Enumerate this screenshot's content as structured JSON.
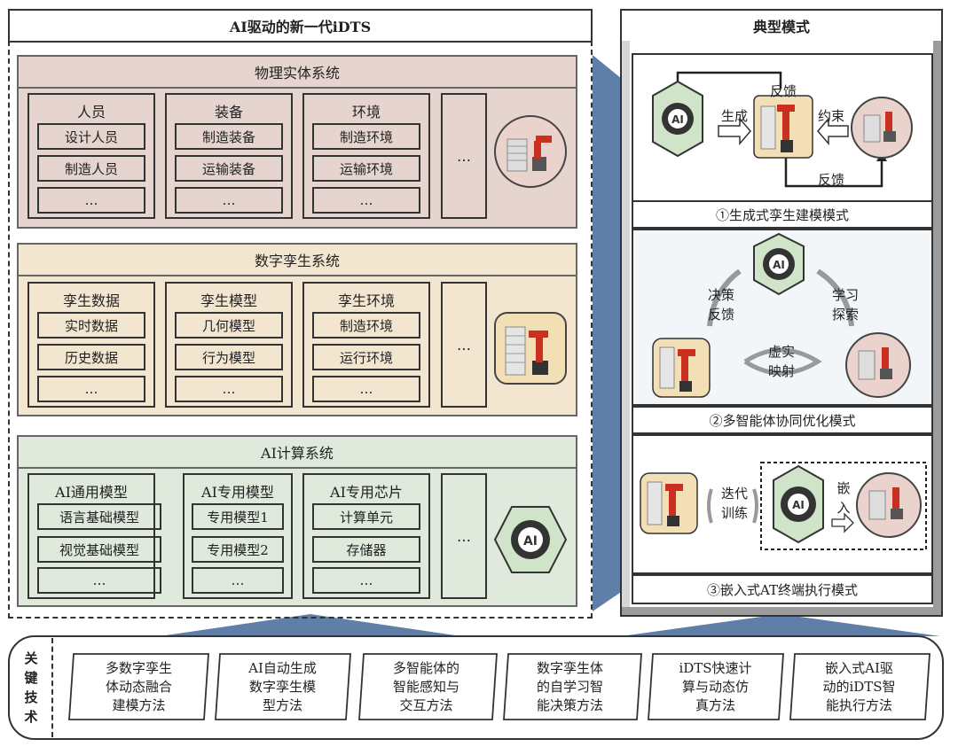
{
  "left_title": "AI驱动的新一代iDTS",
  "right_title": "典型模式",
  "physical": {
    "title": "物理实体系统",
    "groups": [
      {
        "title": "人员",
        "items": [
          "设计人员",
          "制造人员",
          "…"
        ]
      },
      {
        "title": "装备",
        "items": [
          "制造装备",
          "运输装备",
          "…"
        ]
      },
      {
        "title": "环境",
        "items": [
          "制造环境",
          "运输环境",
          "…"
        ]
      }
    ],
    "more": "…"
  },
  "twin": {
    "title": "数字孪生系统",
    "groups": [
      {
        "title": "孪生数据",
        "items": [
          "实时数据",
          "历史数据",
          "…"
        ]
      },
      {
        "title": "孪生模型",
        "items": [
          "几何模型",
          "行为模型",
          "…"
        ]
      },
      {
        "title": "孪生环境",
        "items": [
          "制造环境",
          "运行环境",
          "…"
        ]
      }
    ],
    "more": "…"
  },
  "ai": {
    "title": "AI计算系统",
    "groups": [
      {
        "title": "AI通用模型",
        "items": [
          "语言基础模型",
          "视觉基础模型",
          "…"
        ]
      },
      {
        "title": "AI专用模型",
        "items": [
          "专用模型1",
          "专用模型2",
          "…"
        ]
      },
      {
        "title": "AI专用芯片",
        "items": [
          "计算单元",
          "存储器",
          "…"
        ]
      }
    ],
    "more": "…"
  },
  "modes": {
    "m1": {
      "caption": "①生成式孪生建模模式",
      "generate": "生成",
      "constrain": "约束",
      "feedback_top": "反馈",
      "feedback_bottom": "反馈"
    },
    "m2": {
      "caption": "②多智能体协同优化模式",
      "left": "决策\n反馈",
      "right": "学习\n探索",
      "bottom": "虚实\n映射"
    },
    "m3": {
      "caption": "③嵌入式AT终端执行模式",
      "iterate": "迭代\n训练",
      "embed": "嵌\n入"
    }
  },
  "ai_icon_text": "AI",
  "key_tech": {
    "label": "关\n键\n技\n术",
    "items": [
      "多数字孪生\n体动态融合\n建模方法",
      "AI自动生成\n数字孪生模\n型方法",
      "多智能体的\n智能感知与\n交互方法",
      "数字孪生体\n的自学习智\n能决策方法",
      "iDTS快速计\n算与动态仿\n真方法",
      "嵌入式AI驱\n动的iDTS智\n能执行方法"
    ]
  },
  "colors": {
    "physical_bg": "#e6d5cf",
    "twin_bg": "#f3e6d1",
    "ai_bg": "#dfe9dc",
    "connector": "#5f7fa8",
    "robot_red": "#c9301f",
    "hex_green": "#cfe4c8"
  }
}
